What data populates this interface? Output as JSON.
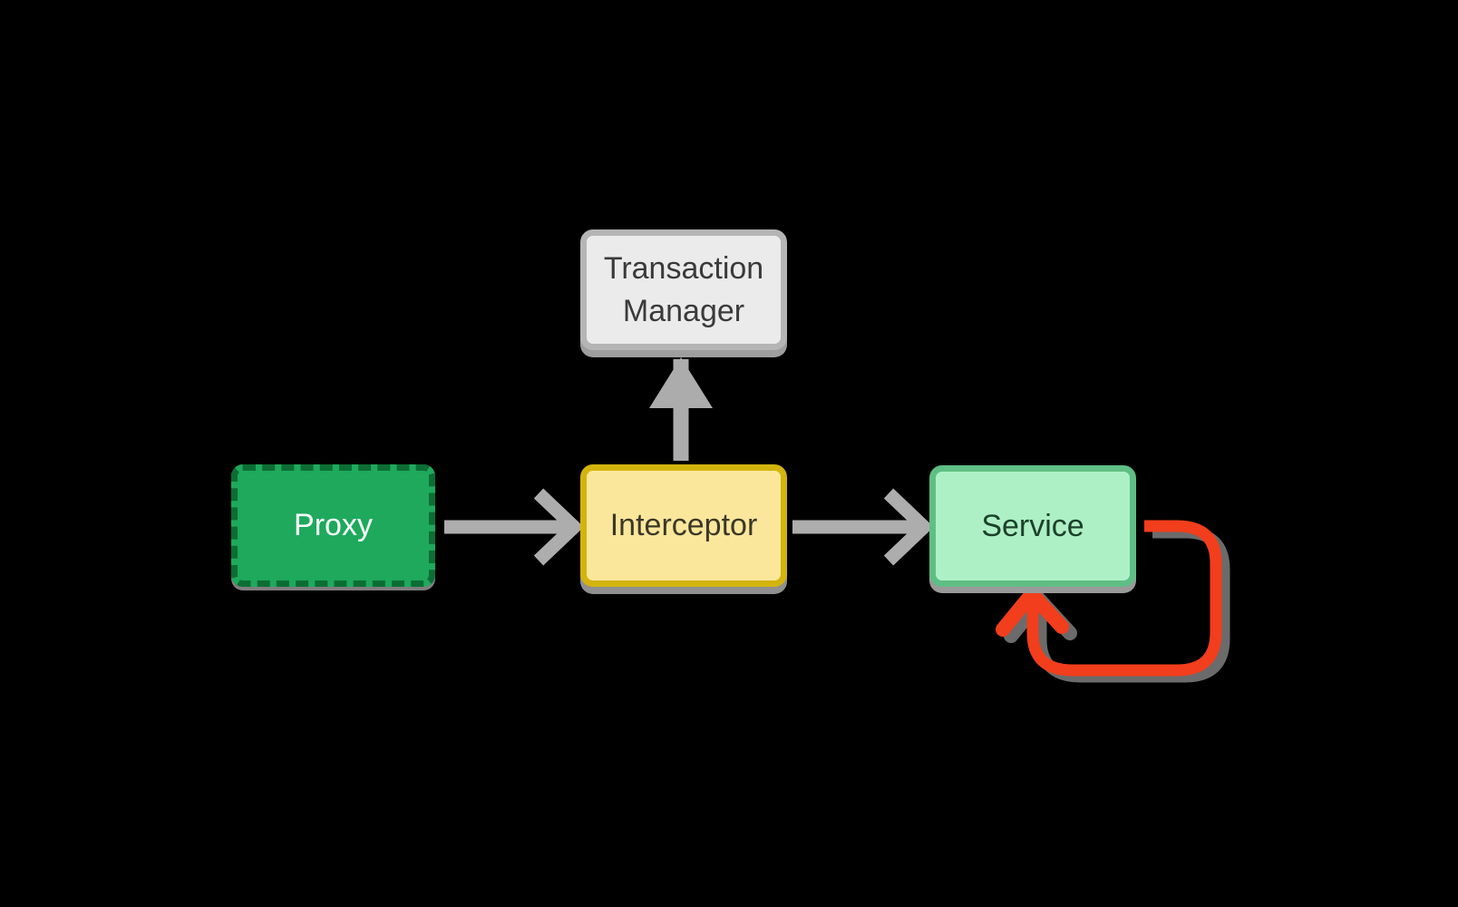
{
  "diagram": {
    "background_color": "#000000",
    "nodes": {
      "proxy": {
        "label": "Proxy",
        "fill": "#1EA95C",
        "border_color": "#0C6E34",
        "border_style": "dashed",
        "text_color": "#FFFFFF"
      },
      "interceptor": {
        "label": "Interceptor",
        "fill": "#FBE79B",
        "border_color": "#D2B40D",
        "border_style": "solid",
        "text_color": "#3B3828"
      },
      "transaction_manager": {
        "line1": "Transaction",
        "line2": "Manager",
        "fill": "#EBEBEB",
        "border_color": "#B5B5B5",
        "border_style": "solid",
        "text_color": "#3A3A3A"
      },
      "service": {
        "label": "Service",
        "fill": "#AEF0C6",
        "border_color": "#5FBE84",
        "border_style": "solid",
        "text_color": "#1C4029"
      }
    },
    "edges": {
      "proxy_to_interceptor": {
        "from": "proxy",
        "to": "interceptor",
        "color": "#ADADAD",
        "head": "open-chevron",
        "direction": "right"
      },
      "interceptor_to_service": {
        "from": "interceptor",
        "to": "service",
        "color": "#ADADAD",
        "head": "open-chevron",
        "direction": "right"
      },
      "interceptor_to_transaction_manager": {
        "from": "interceptor",
        "to": "transaction_manager",
        "color": "#ACACAC",
        "head": "filled-triangle",
        "direction": "up"
      },
      "service_self_loop": {
        "from": "service",
        "to": "service",
        "color": "#F23E1C",
        "shadow_color": "#6B6B6B",
        "head": "open-chevron",
        "direction": "loop-right-bottom"
      }
    }
  }
}
